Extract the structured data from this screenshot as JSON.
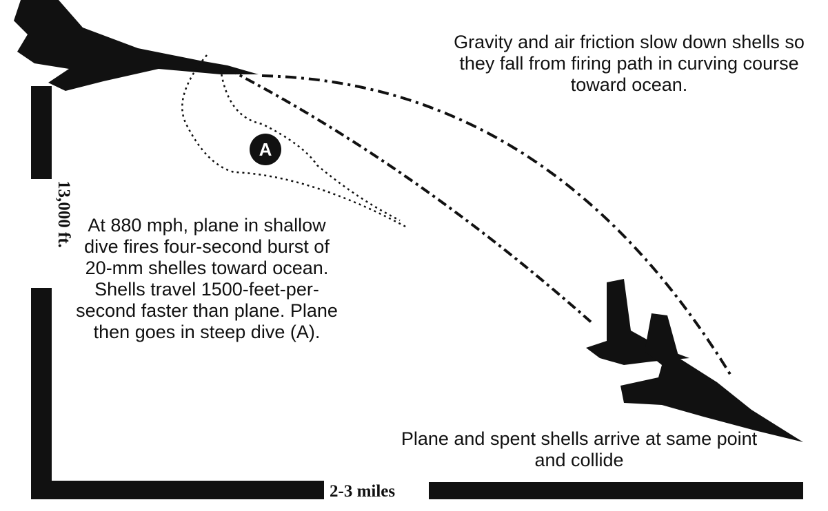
{
  "notes": {
    "top": "Gravity and air friction slow down shells so they fall from firing path in curving course toward ocean.",
    "left": "At 880 mph, plane in shallow dive fires four-second burst of 20-mm shelles toward ocean. Shells travel 1500-feet-per-second faster than plane. Plane then goes in steep dive (A).",
    "bottom": "Plane and spent shells arrive at same point and collide"
  },
  "axes": {
    "altitude": "13,000 ft.",
    "distance": "2-3 miles"
  },
  "marker": "A",
  "colors": {
    "ink": "#111111",
    "background": "#ffffff"
  }
}
